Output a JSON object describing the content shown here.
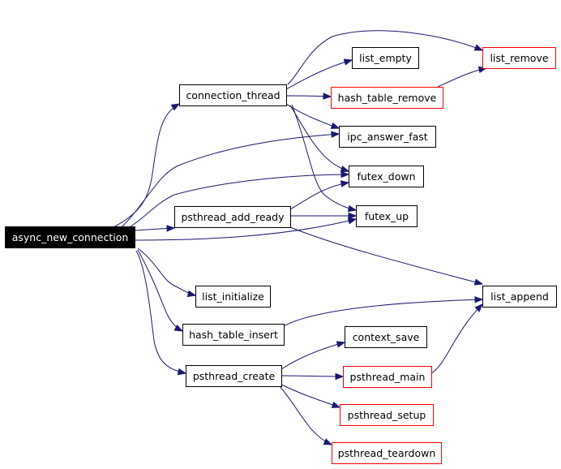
{
  "colors": {
    "edge": "#191970",
    "root_fill": "#000000",
    "root_text": "#ffffff",
    "node_border": "#000000",
    "node_border_linked": "#ff0000",
    "node_fill": "#ffffff",
    "node_text": "#000000"
  },
  "nodes": {
    "async_new_connection": {
      "label": "async_new_connection",
      "kind": "root"
    },
    "connection_thread": {
      "label": "connection_thread",
      "kind": "normal"
    },
    "pthread_add_ready": {
      "label": "psthread_add_ready",
      "kind": "normal"
    },
    "list_initialize": {
      "label": "list_initialize",
      "kind": "normal"
    },
    "hash_table_insert": {
      "label": "hash_table_insert",
      "kind": "normal"
    },
    "psthread_create": {
      "label": "psthread_create",
      "kind": "normal"
    },
    "list_empty": {
      "label": "list_empty",
      "kind": "normal"
    },
    "list_remove": {
      "label": "list_remove",
      "kind": "linked"
    },
    "hash_table_remove": {
      "label": "hash_table_remove",
      "kind": "linked"
    },
    "ipc_answer_fast": {
      "label": "ipc_answer_fast",
      "kind": "normal"
    },
    "futex_down": {
      "label": "futex_down",
      "kind": "normal"
    },
    "futex_up": {
      "label": "futex_up",
      "kind": "normal"
    },
    "list_append": {
      "label": "list_append",
      "kind": "normal"
    },
    "context_save": {
      "label": "context_save",
      "kind": "normal"
    },
    "psthread_main": {
      "label": "psthread_main",
      "kind": "linked"
    },
    "psthread_setup": {
      "label": "psthread_setup",
      "kind": "linked"
    },
    "psthread_teardown": {
      "label": "psthread_teardown",
      "kind": "linked"
    }
  },
  "edges": [
    [
      "async_new_connection",
      "connection_thread"
    ],
    [
      "async_new_connection",
      "ipc_answer_fast"
    ],
    [
      "async_new_connection",
      "futex_down"
    ],
    [
      "async_new_connection",
      "pthread_add_ready"
    ],
    [
      "async_new_connection",
      "futex_up"
    ],
    [
      "async_new_connection",
      "list_initialize"
    ],
    [
      "async_new_connection",
      "hash_table_insert"
    ],
    [
      "async_new_connection",
      "psthread_create"
    ],
    [
      "connection_thread",
      "list_remove"
    ],
    [
      "connection_thread",
      "list_empty"
    ],
    [
      "connection_thread",
      "hash_table_remove"
    ],
    [
      "connection_thread",
      "ipc_answer_fast"
    ],
    [
      "connection_thread",
      "futex_down"
    ],
    [
      "connection_thread",
      "futex_up"
    ],
    [
      "hash_table_remove",
      "list_remove"
    ],
    [
      "pthread_add_ready",
      "futex_down"
    ],
    [
      "pthread_add_ready",
      "futex_up"
    ],
    [
      "pthread_add_ready",
      "list_append"
    ],
    [
      "hash_table_insert",
      "list_append"
    ],
    [
      "psthread_create",
      "context_save"
    ],
    [
      "psthread_create",
      "psthread_main"
    ],
    [
      "psthread_create",
      "psthread_setup"
    ],
    [
      "psthread_create",
      "psthread_teardown"
    ],
    [
      "psthread_main",
      "list_append"
    ]
  ]
}
